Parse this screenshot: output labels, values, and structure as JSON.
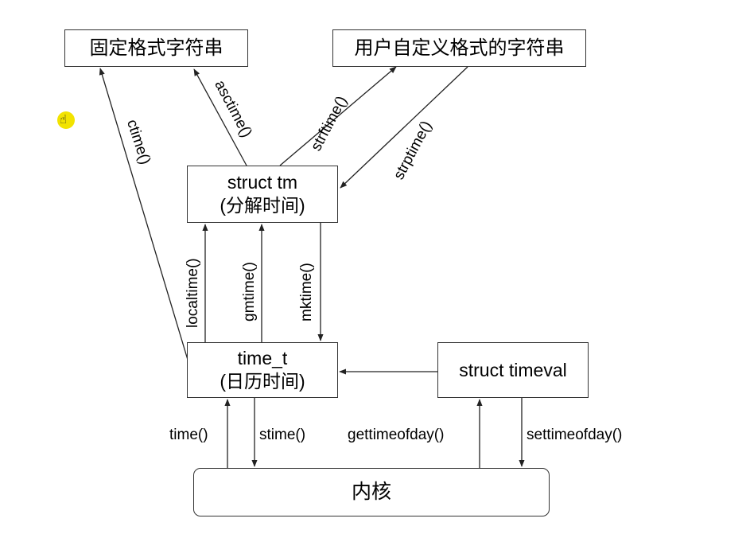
{
  "nodes": {
    "fixed_format": "固定格式字符串",
    "user_format": "用户自定义格式的字符串",
    "struct_tm": [
      "struct tm",
      "(分解时间)"
    ],
    "time_t": [
      "time_t",
      "(日历时间)"
    ],
    "timeval": "struct timeval",
    "kernel": "内核"
  },
  "edges": {
    "ctime": "ctime()",
    "asctime": "asctime()",
    "strftime": "strftime()",
    "strptime": "strptime()",
    "localtime": "localtime()",
    "gmtime": "gmtime()",
    "mktime": "mktime()",
    "time": "time()",
    "stime": "stime()",
    "gettimeofday": "gettimeofday()",
    "settimeofday": "settimeofday()"
  },
  "cursor_icon": "hand-pointer-icon"
}
